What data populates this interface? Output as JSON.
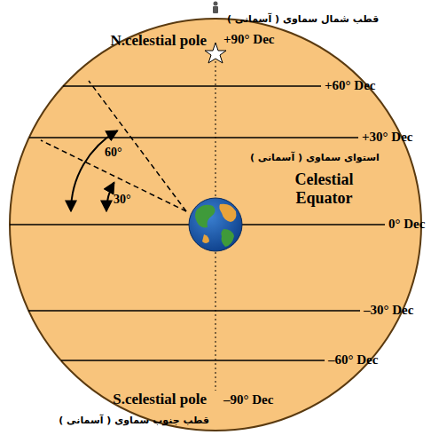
{
  "diagram": {
    "labels": [
      "قطب شمال سماوی ( آسمانی )",
      "N.celestial pole",
      "+90° Dec",
      "+60° Dec",
      "+30° Dec",
      "60°",
      "30°",
      "استوای سماوی ( آسمانی )",
      "Celestial Equator",
      "0° Dec",
      "–30° Dec",
      "–60° Dec",
      "S.celestial pole",
      "–90° Dec",
      "قطب جنوب سماوی ( آسمانی )"
    ]
  }
}
